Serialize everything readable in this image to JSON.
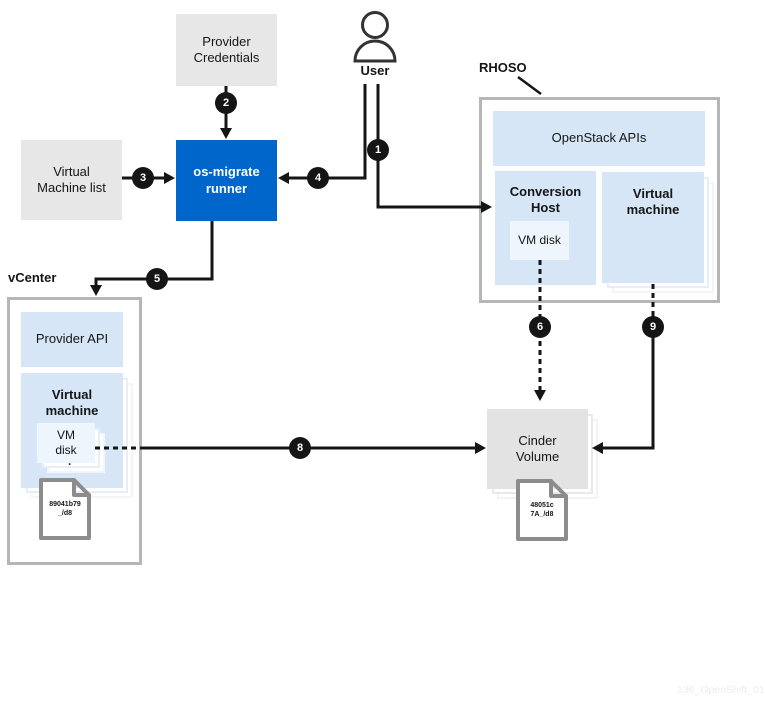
{
  "diagram": {
    "user": {
      "label": "User"
    },
    "provider_credentials": {
      "label": "Provider Credentials"
    },
    "vm_list": {
      "label": "Virtual Machine list"
    },
    "runner": {
      "label": "os-migrate runner"
    },
    "rhoso": {
      "label": "RHOSO",
      "openstack_apis": "OpenStack APIs",
      "conversion_host": "Conversion Host",
      "conversion_host_vm_disk": "VM disk",
      "virtual_machine": "Virtual machine"
    },
    "vcenter": {
      "label": "vCenter",
      "provider_api": "Provider API",
      "virtual_machine": "Virtual machine",
      "vm_disk": "VM disk",
      "ellipsis": ".",
      "file": {
        "line1": "89041b79",
        "line2": "_/d8"
      }
    },
    "cinder": {
      "label": "Cinder Volume",
      "file": {
        "line1": "48051c",
        "line2": "7A_/d8"
      }
    },
    "steps": {
      "s1": "1",
      "s2": "2",
      "s3": "3",
      "s4": "4",
      "s5": "5",
      "s6": "6",
      "s8": "8",
      "s9": "9"
    },
    "watermark": "136_OpenShift_01",
    "colors": {
      "accent_blue": "#0066cc",
      "light_blue": "#d6e6f6",
      "pale_blue": "#eef5fc",
      "panel_gray": "#e7e7e7",
      "border_gray": "#b6b6b6",
      "line_black": "#151515"
    }
  }
}
